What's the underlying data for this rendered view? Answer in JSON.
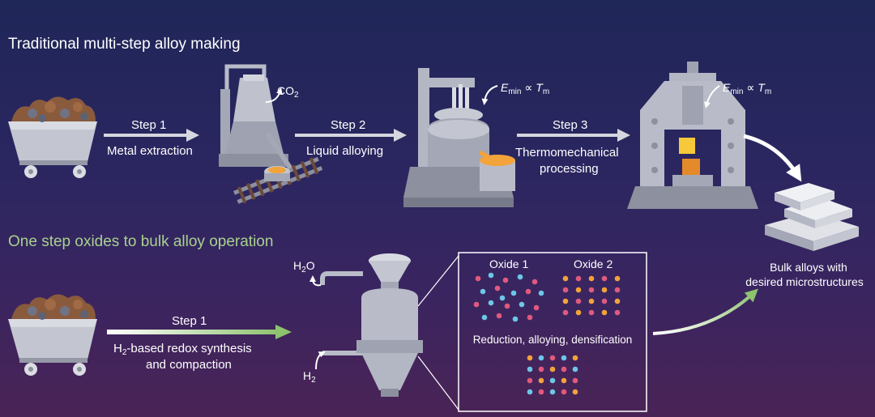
{
  "traditional": {
    "heading": "Traditional multi-step alloy making",
    "steps": [
      {
        "step": "Step 1",
        "desc": "Metal extraction"
      },
      {
        "step": "Step 2",
        "desc": "Liquid alloying"
      },
      {
        "step": "Step 3",
        "desc": [
          "Thermomechanical",
          "processing"
        ]
      }
    ],
    "co2": {
      "base": "CO",
      "sub": "2"
    },
    "emin_rel": {
      "e": "E",
      "e_sub": "min",
      "sym": "∝",
      "t": "T",
      "t_sub": "m"
    }
  },
  "onestep": {
    "heading": "One step oxides to bulk alloy operation",
    "step": "Step 1",
    "desc": {
      "h": "H",
      "sub": "2",
      "rest": "-based redox synthesis",
      "line2": "and compaction"
    },
    "h2o": {
      "a": "H",
      "sub": "2",
      "b": "O"
    },
    "h2": {
      "a": "H",
      "sub": "2"
    }
  },
  "inset": {
    "oxide1": "Oxide 1",
    "oxide2": "Oxide 2",
    "caption": "Reduction, alloying, densification"
  },
  "result": {
    "line1": "Bulk alloys with",
    "line2": "desired microstructures"
  },
  "colors": {
    "bg_top": "#1f2658",
    "bg_bottom": "#4a2356",
    "machine": "#b9bcc8",
    "ore_brown": "#8a5a3c",
    "molten": "#f2a33a",
    "arrow_green": "#8dc26f",
    "atom_pink": "#e05a7e",
    "atom_blue": "#6cc7e6",
    "atom_orange": "#f2a33a"
  }
}
